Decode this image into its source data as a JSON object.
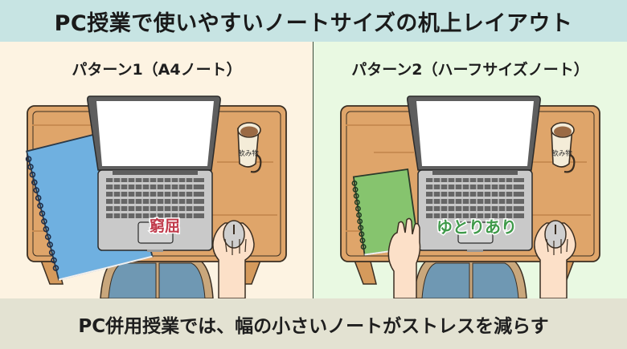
{
  "header": {
    "title": "PC授業で使いやすいノートサイズの机上レイアウト"
  },
  "panels": [
    {
      "label": "パターン1（A4ノート）",
      "notebook_size": "A4",
      "notebook_color": "#6fb0e0",
      "verdict": "窮屈",
      "verdict_color": "#c0394a",
      "mug_label": "飲み物"
    },
    {
      "label": "パターン2（ハーフサイズノート）",
      "notebook_size": "half",
      "notebook_color": "#86c46e",
      "verdict": "ゆとりあり",
      "verdict_color": "#3f9a4a",
      "mug_label": "飲み物"
    }
  ],
  "footer": {
    "summary": "PC併用授業では、幅の小さいノートがストレスを減らす"
  },
  "colors": {
    "title_bg": "#c7e4e3",
    "left_bg": "#fdf3e2",
    "right_bg": "#e9f9e2",
    "footer_bg": "#e3e2d2",
    "desk": "#dfa56a",
    "laptop": "#c9c9c9",
    "screen_frame": "#5e5e5e"
  }
}
